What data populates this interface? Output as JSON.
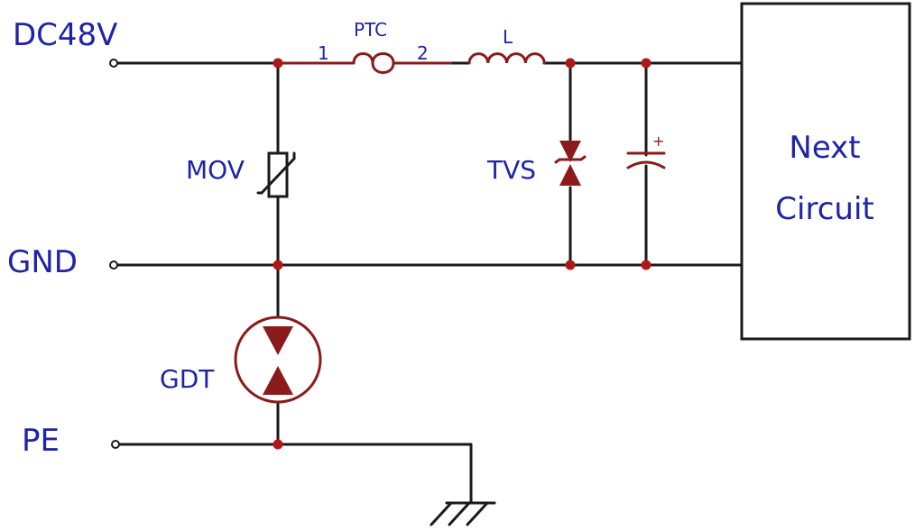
{
  "colors": {
    "label": "#1f23a8",
    "wire": "#1a1a1a",
    "component": "#8b1a1a",
    "junction": "#b01818"
  },
  "rails": {
    "dc48v": "DC48V",
    "gnd": "GND",
    "pe": "PE"
  },
  "components": {
    "ptc": "PTC",
    "ptc_pin1": "1",
    "ptc_pin2": "2",
    "inductor": "L",
    "mov": "MOV",
    "tvs": "TVS",
    "gdt": "GDT",
    "capacitor_polarity": "+"
  },
  "next_circuit": {
    "line1": "Next",
    "line2": "Circuit"
  }
}
